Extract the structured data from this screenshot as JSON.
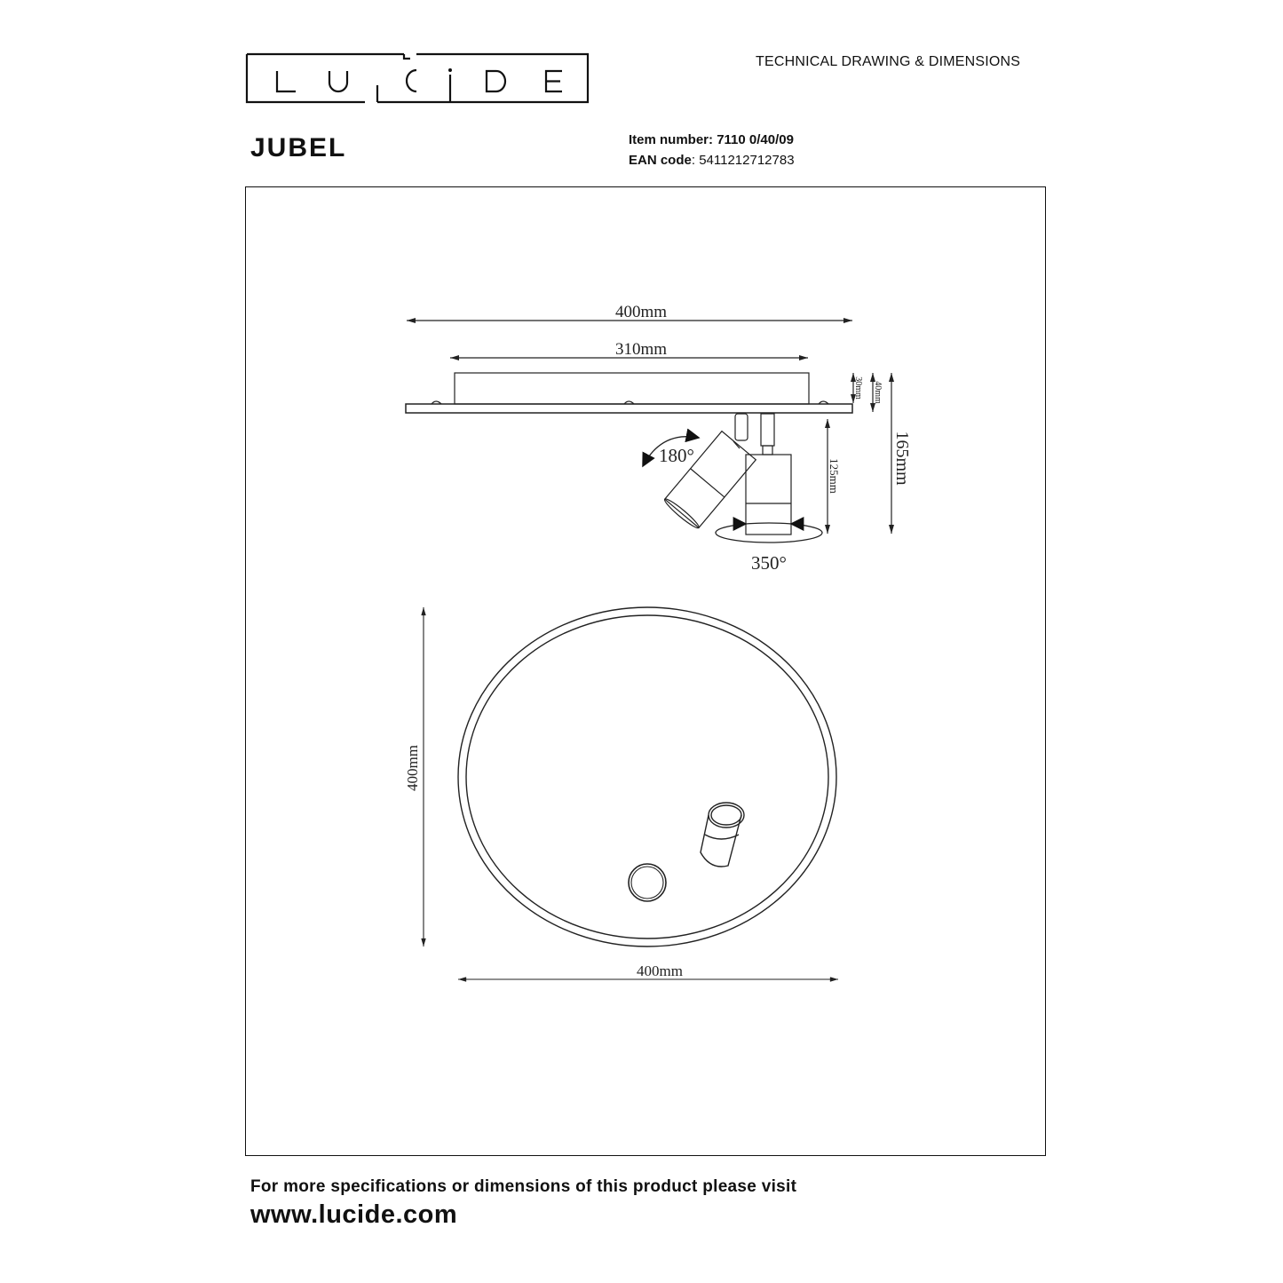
{
  "header": {
    "logo_letters": [
      "L",
      "U",
      "C",
      "i",
      "D",
      "E"
    ],
    "brand": "LUCIDE",
    "doc_type": "TECHNICAL DRAWING & DIMENSIONS"
  },
  "product": {
    "name": "JUBEL",
    "item_number_label": "Item number:",
    "item_number": "7110 0/40/09",
    "ean_label": "EAN code",
    "ean_sep": ":",
    "ean": "5411212712783"
  },
  "side_view": {
    "width_total": "400mm",
    "width_base": "310mm",
    "height_base": "30mm",
    "height_plate": "40mm",
    "height_spot": "125mm",
    "height_total": "165mm",
    "tilt_angle": "180°",
    "rotation_angle": "350°"
  },
  "top_view": {
    "diameter_vertical": "400mm",
    "diameter_horizontal": "400mm"
  },
  "footer": {
    "note": "For more specifications or dimensions of this product please visit",
    "url": "www.lucide.com"
  },
  "colors": {
    "line": "#111111",
    "background": "#ffffff"
  }
}
